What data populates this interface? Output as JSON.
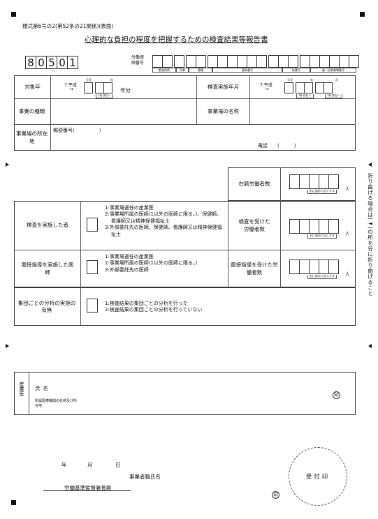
{
  "form_ref": "様式第6号の2(第52条の21関係)(表面)",
  "title": "心理的な負担の程度を把握するための検査結果等報告書",
  "form_code": [
    "8",
    "0",
    "5",
    "0",
    "1"
  ],
  "insurance": {
    "label": "労働保険番号",
    "sublabels": [
      "都道府県",
      "所掌",
      "管轄",
      "基幹番号",
      "枝番号",
      "被一括事業場番号"
    ]
  },
  "era": "7:平成",
  "ymd": {
    "year": "元号",
    "y": "年",
    "m": "月"
  },
  "digit_notes": {
    "one_digit": "1桁は右へ",
    "right_align": "右に詰めて記入する"
  },
  "target_year": {
    "label": "対象年",
    "suffix": "年分"
  },
  "exam_month": {
    "label": "検査実施年月"
  },
  "business_type": {
    "label": "事業の種類"
  },
  "workplace_name": {
    "label": "事業場の名称"
  },
  "address": {
    "label": "事業場の所在地",
    "postal": "郵便番号(　　　　　)",
    "phone": "電話　　(　　　)"
  },
  "enrolled": {
    "label": "在籍労働者数",
    "unit": "人"
  },
  "examiner": {
    "label": "検査を実施した者",
    "options": [
      "1:事業場選任の産業医",
      "2:事業場所属の医師(1以外の医師に限る。)、保健師、看護師又は精神保健福祉士",
      "3:外部委託先の医師、保健師、看護師又は精神保健福祉士"
    ]
  },
  "examined": {
    "label": "検査を受けた労働者数",
    "unit": "人"
  },
  "interview_doctor": {
    "label": "面接指導を実施した医師",
    "options": [
      "1:事業場選任の産業医",
      "2:事業場所属の医師(1以外の医師に限る。)",
      "3:外部委託先の医師"
    ]
  },
  "interviewed": {
    "label": "面接指導を受けた労働者数",
    "unit": "人"
  },
  "group_analysis": {
    "label": "集団ごとの分析の実施の有無",
    "options": [
      "1:検査結果の集団ごとの分析を行った",
      "2:検査結果の集団ごとの分析を行っていない"
    ]
  },
  "fold_note": "折り曲げる場合は(◄)の所を谷に折り曲げること",
  "physician": {
    "side": "産業医",
    "name": "氏名",
    "affiliation": "所属医療機関の名称及び所在地"
  },
  "seal_char": "印",
  "date": {
    "y": "年",
    "m": "月",
    "d": "日"
  },
  "employer": "事業者職氏名",
  "addressee": "労働基準監督署長殿",
  "receipt": "受付印"
}
